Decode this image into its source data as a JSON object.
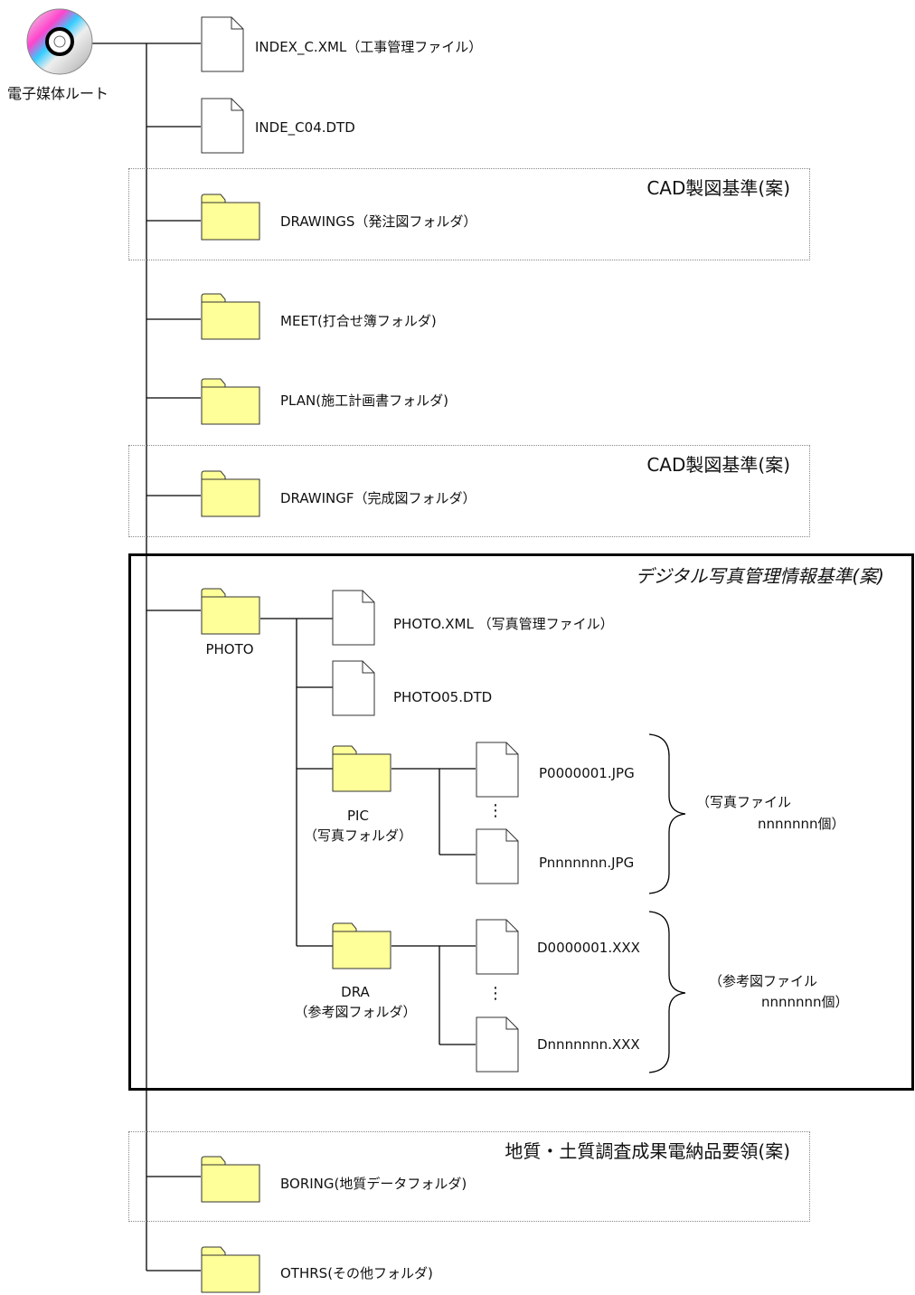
{
  "root": {
    "label": "電子媒体ルート",
    "icon": "cd-disc-icon"
  },
  "files": [
    {
      "id": "index-xml",
      "name": "INDEX_C.XML（工事管理ファイル）"
    },
    {
      "id": "index-dtd",
      "name": "INDE_C04.DTD"
    }
  ],
  "groups": {
    "drawings": {
      "header": "CAD製図基準(案)",
      "folder": "DRAWINGS（発注図フォルダ）"
    },
    "drawingf": {
      "header": "CAD製図基準(案)",
      "folder": "DRAWINGF（完成図フォルダ）"
    },
    "boring": {
      "header": "地質・土質調査成果電納品要領(案)",
      "folder": "BORING(地質データフォルダ)"
    }
  },
  "folders": {
    "meet": "MEET(打合せ簿フォルダ)",
    "plan": "PLAN(施工計画書フォルダ)",
    "othrs": "OTHRS(その他フォルダ)"
  },
  "photo": {
    "header": "デジタル写真管理情報基準(案)",
    "folder": "PHOTO",
    "xml": "PHOTO.XML （写真管理ファイル）",
    "dtd": "PHOTO05.DTD",
    "pic": {
      "name": "PIC",
      "desc": "（写真フォルダ）",
      "first": "P0000001.JPG",
      "last": "Pnnnnnnn.JPG",
      "ellipsis": "⋮",
      "note1": "（写真ファイル",
      "note2": "nnnnnnn個）"
    },
    "dra": {
      "name": "DRA",
      "desc": "（参考図フォルダ）",
      "first": "D0000001.XXX",
      "last": "Dnnnnnnn.XXX",
      "ellipsis": "⋮",
      "note1": "（参考図ファイル",
      "note2": "nnnnnnn個）"
    },
    "border_color": "#000000"
  },
  "colors": {
    "folder": "#ffff99",
    "folder_stroke": "#333333",
    "file_stroke": "#333333",
    "line": "#000000"
  }
}
